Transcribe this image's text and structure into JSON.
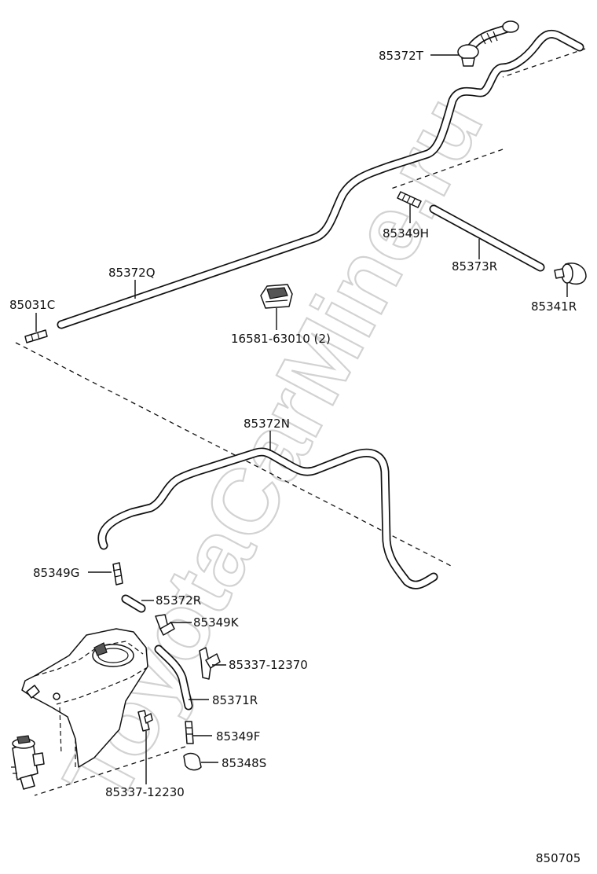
{
  "watermark": "ToyotaCarMine.ru",
  "diagram_code": "850705",
  "callouts": {
    "p85372T": "85372T",
    "p85349H": "85349H",
    "p85373R": "85373R",
    "p85341R": "85341R",
    "p85372Q": "85372Q",
    "p85031C": "85031C",
    "p16581": "16581-63010 (2)",
    "p85372N": "85372N",
    "p85349G": "85349G",
    "p85372R": "85372R",
    "p85349K": "85349K",
    "p85337_12370": "85337-12370",
    "p85371R": "85371R",
    "p85349F": "85349F",
    "p85348S": "85348S",
    "p85337_12230": "85337-12230"
  }
}
